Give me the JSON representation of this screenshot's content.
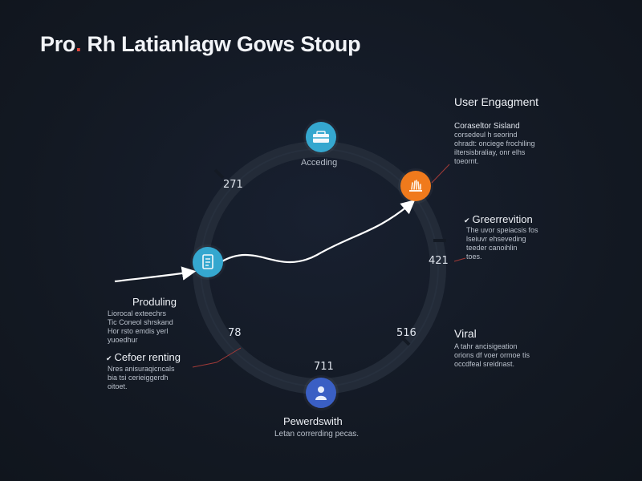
{
  "title": {
    "text": "Pro",
    "dot": ".",
    "rest": " Rh Latianlagw Gows Stoup"
  },
  "colors": {
    "background": "#141a24",
    "ring": "#232b38",
    "blue": "#35a7cf",
    "orange": "#f07a1c",
    "indigo": "#3a5fc4",
    "accent_red": "#e4473c"
  },
  "nodes": {
    "top": {
      "icon": "toolbox-icon",
      "label": "Acceding"
    },
    "left": {
      "icon": "document-icon"
    },
    "right": {
      "icon": "hand-icon"
    },
    "bottom": {
      "icon": "person-icon"
    }
  },
  "numbers": {
    "n271": "271",
    "n421": "421",
    "n78": "78",
    "n516": "516",
    "n711": "711"
  },
  "callouts": {
    "user_engagement": {
      "heading": "User Engagment",
      "subheading": "Coraseltor Sisland",
      "lines": [
        "corsedeul h seorind",
        "ohradt: onciege frochiling",
        "iltersisbraliay, onr elhs",
        "toeornt."
      ]
    },
    "greenrevition": {
      "heading": "Greerrevition",
      "prefix": "✔",
      "lines": [
        "The uvor speiacsis fos",
        "lseiuvr ehseveding",
        "teeder canoihlin",
        "toes."
      ]
    },
    "viral": {
      "heading": "Viral",
      "lines": [
        "A tahr ancisigeation",
        "orions df voer ormoe tis",
        "occdfeal sreidnast."
      ]
    },
    "produling": {
      "heading": "Produling",
      "lines": [
        "Liorocal exteechrs",
        "Tic Coneol shrskand",
        "Hor rsto emdis yerl",
        "yuoedhur"
      ]
    },
    "ceforer": {
      "heading": "Cefoer renting",
      "prefix": "✔",
      "lines": [
        "Nres anisuraqicncals",
        "bia tsi cerieiggerdh",
        "oitoet."
      ]
    },
    "bottom": {
      "heading": "Pewerdswith",
      "desc": "Letan correrding pecas."
    }
  }
}
